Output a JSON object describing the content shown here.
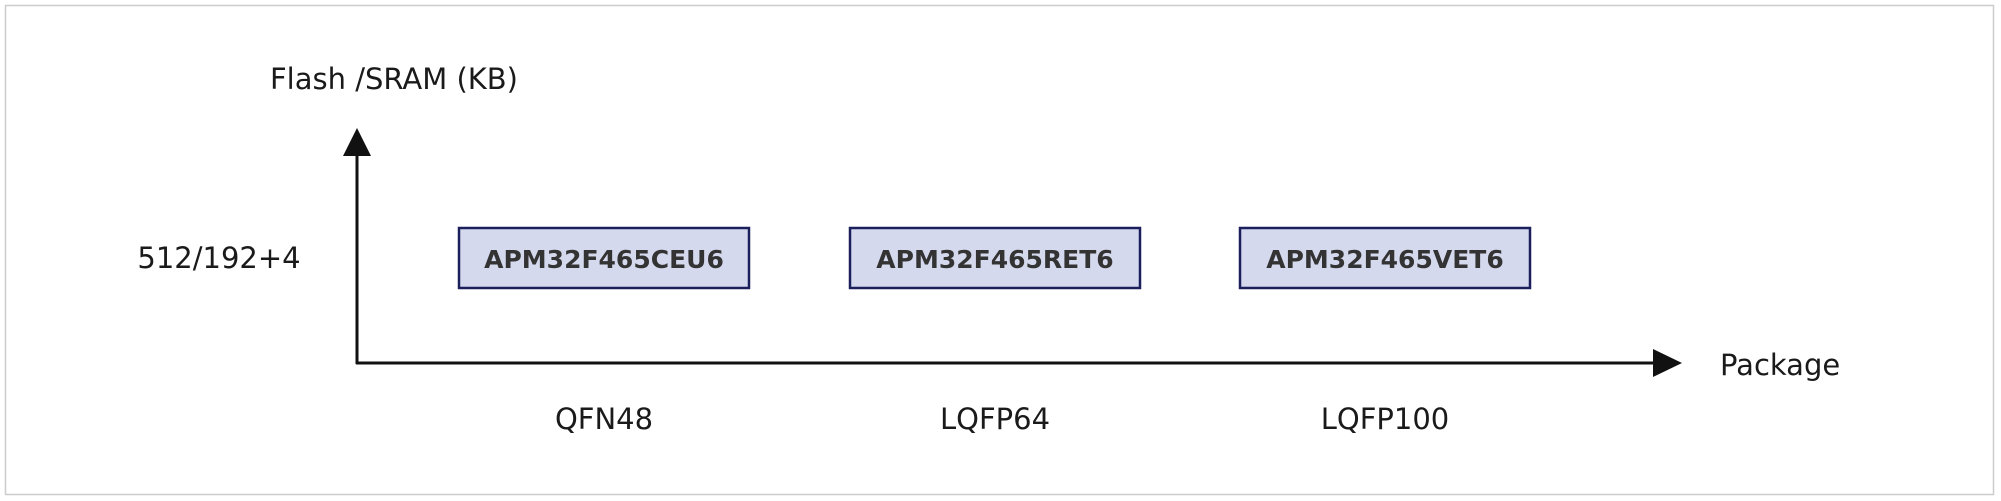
{
  "diagram": {
    "y_axis_label": "Flash /SRAM (KB)",
    "x_axis_label": "Package",
    "memory_rows": [
      {
        "label": "512/192+4"
      }
    ],
    "packages": [
      {
        "label": "QFN48"
      },
      {
        "label": "LQFP64"
      },
      {
        "label": "LQFP100"
      }
    ],
    "parts": [
      {
        "label": "APM32F465CEU6",
        "package": "QFN48",
        "memory": "512/192+4"
      },
      {
        "label": "APM32F465RET6",
        "package": "LQFP64",
        "memory": "512/192+4"
      },
      {
        "label": "APM32F465VET6",
        "package": "LQFP100",
        "memory": "512/192+4"
      }
    ],
    "colors": {
      "box_fill": "#d5d9ee",
      "box_border": "#1b1f5c",
      "box_text": "#333333",
      "axis": "#111111",
      "frame": "#cccccc",
      "text": "#1a1a1a"
    }
  }
}
